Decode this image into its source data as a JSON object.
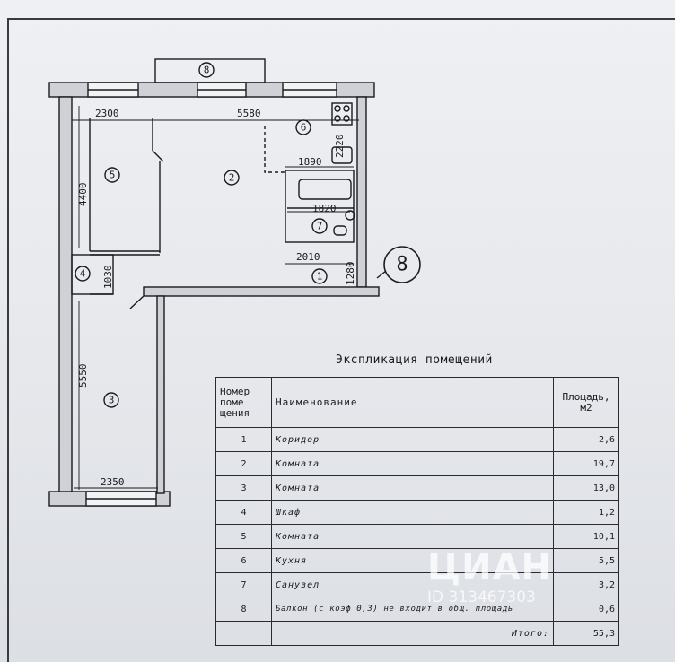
{
  "plan": {
    "floor_marker": "8",
    "dimensions": {
      "d2300": "2300",
      "d5580": "5580",
      "d2220": "2220",
      "d1890": "1890",
      "d4400": "4400",
      "d1820": "1820",
      "d2010": "2010",
      "d1280": "1280",
      "d1030": "1030",
      "d5550": "5550",
      "d2350": "2350"
    },
    "room_labels": {
      "r1": "1",
      "r2": "2",
      "r3": "3",
      "r4": "4",
      "r5": "5",
      "r6": "6",
      "r7": "7",
      "r8": "8"
    }
  },
  "explication": {
    "title": "Экспликация помещений",
    "headers": {
      "number": "Номер поме щения",
      "number_lines": [
        "Номер",
        "поме",
        "щения"
      ],
      "name": "Наименование",
      "area_lines": [
        "Площадь,",
        "м2"
      ]
    },
    "rows": [
      {
        "num": "1",
        "name": "Коридор",
        "area": "2,6"
      },
      {
        "num": "2",
        "name": "Комната",
        "area": "19,7"
      },
      {
        "num": "3",
        "name": "Комната",
        "area": "13,0"
      },
      {
        "num": "4",
        "name": "Шкаф",
        "area": "1,2"
      },
      {
        "num": "5",
        "name": "Комната",
        "area": "10,1"
      },
      {
        "num": "6",
        "name": "Кухня",
        "area": "5,5"
      },
      {
        "num": "7",
        "name": "Санузел",
        "area": "3,2"
      },
      {
        "num": "8",
        "name": "Балкон (с коэф 0,3) не входит в общ. площадь",
        "area": "0,6"
      }
    ],
    "total": {
      "label": "Итого:",
      "area": "55,3"
    }
  },
  "watermark": {
    "logo": "ЦИАН",
    "id": "ID 313467303"
  }
}
